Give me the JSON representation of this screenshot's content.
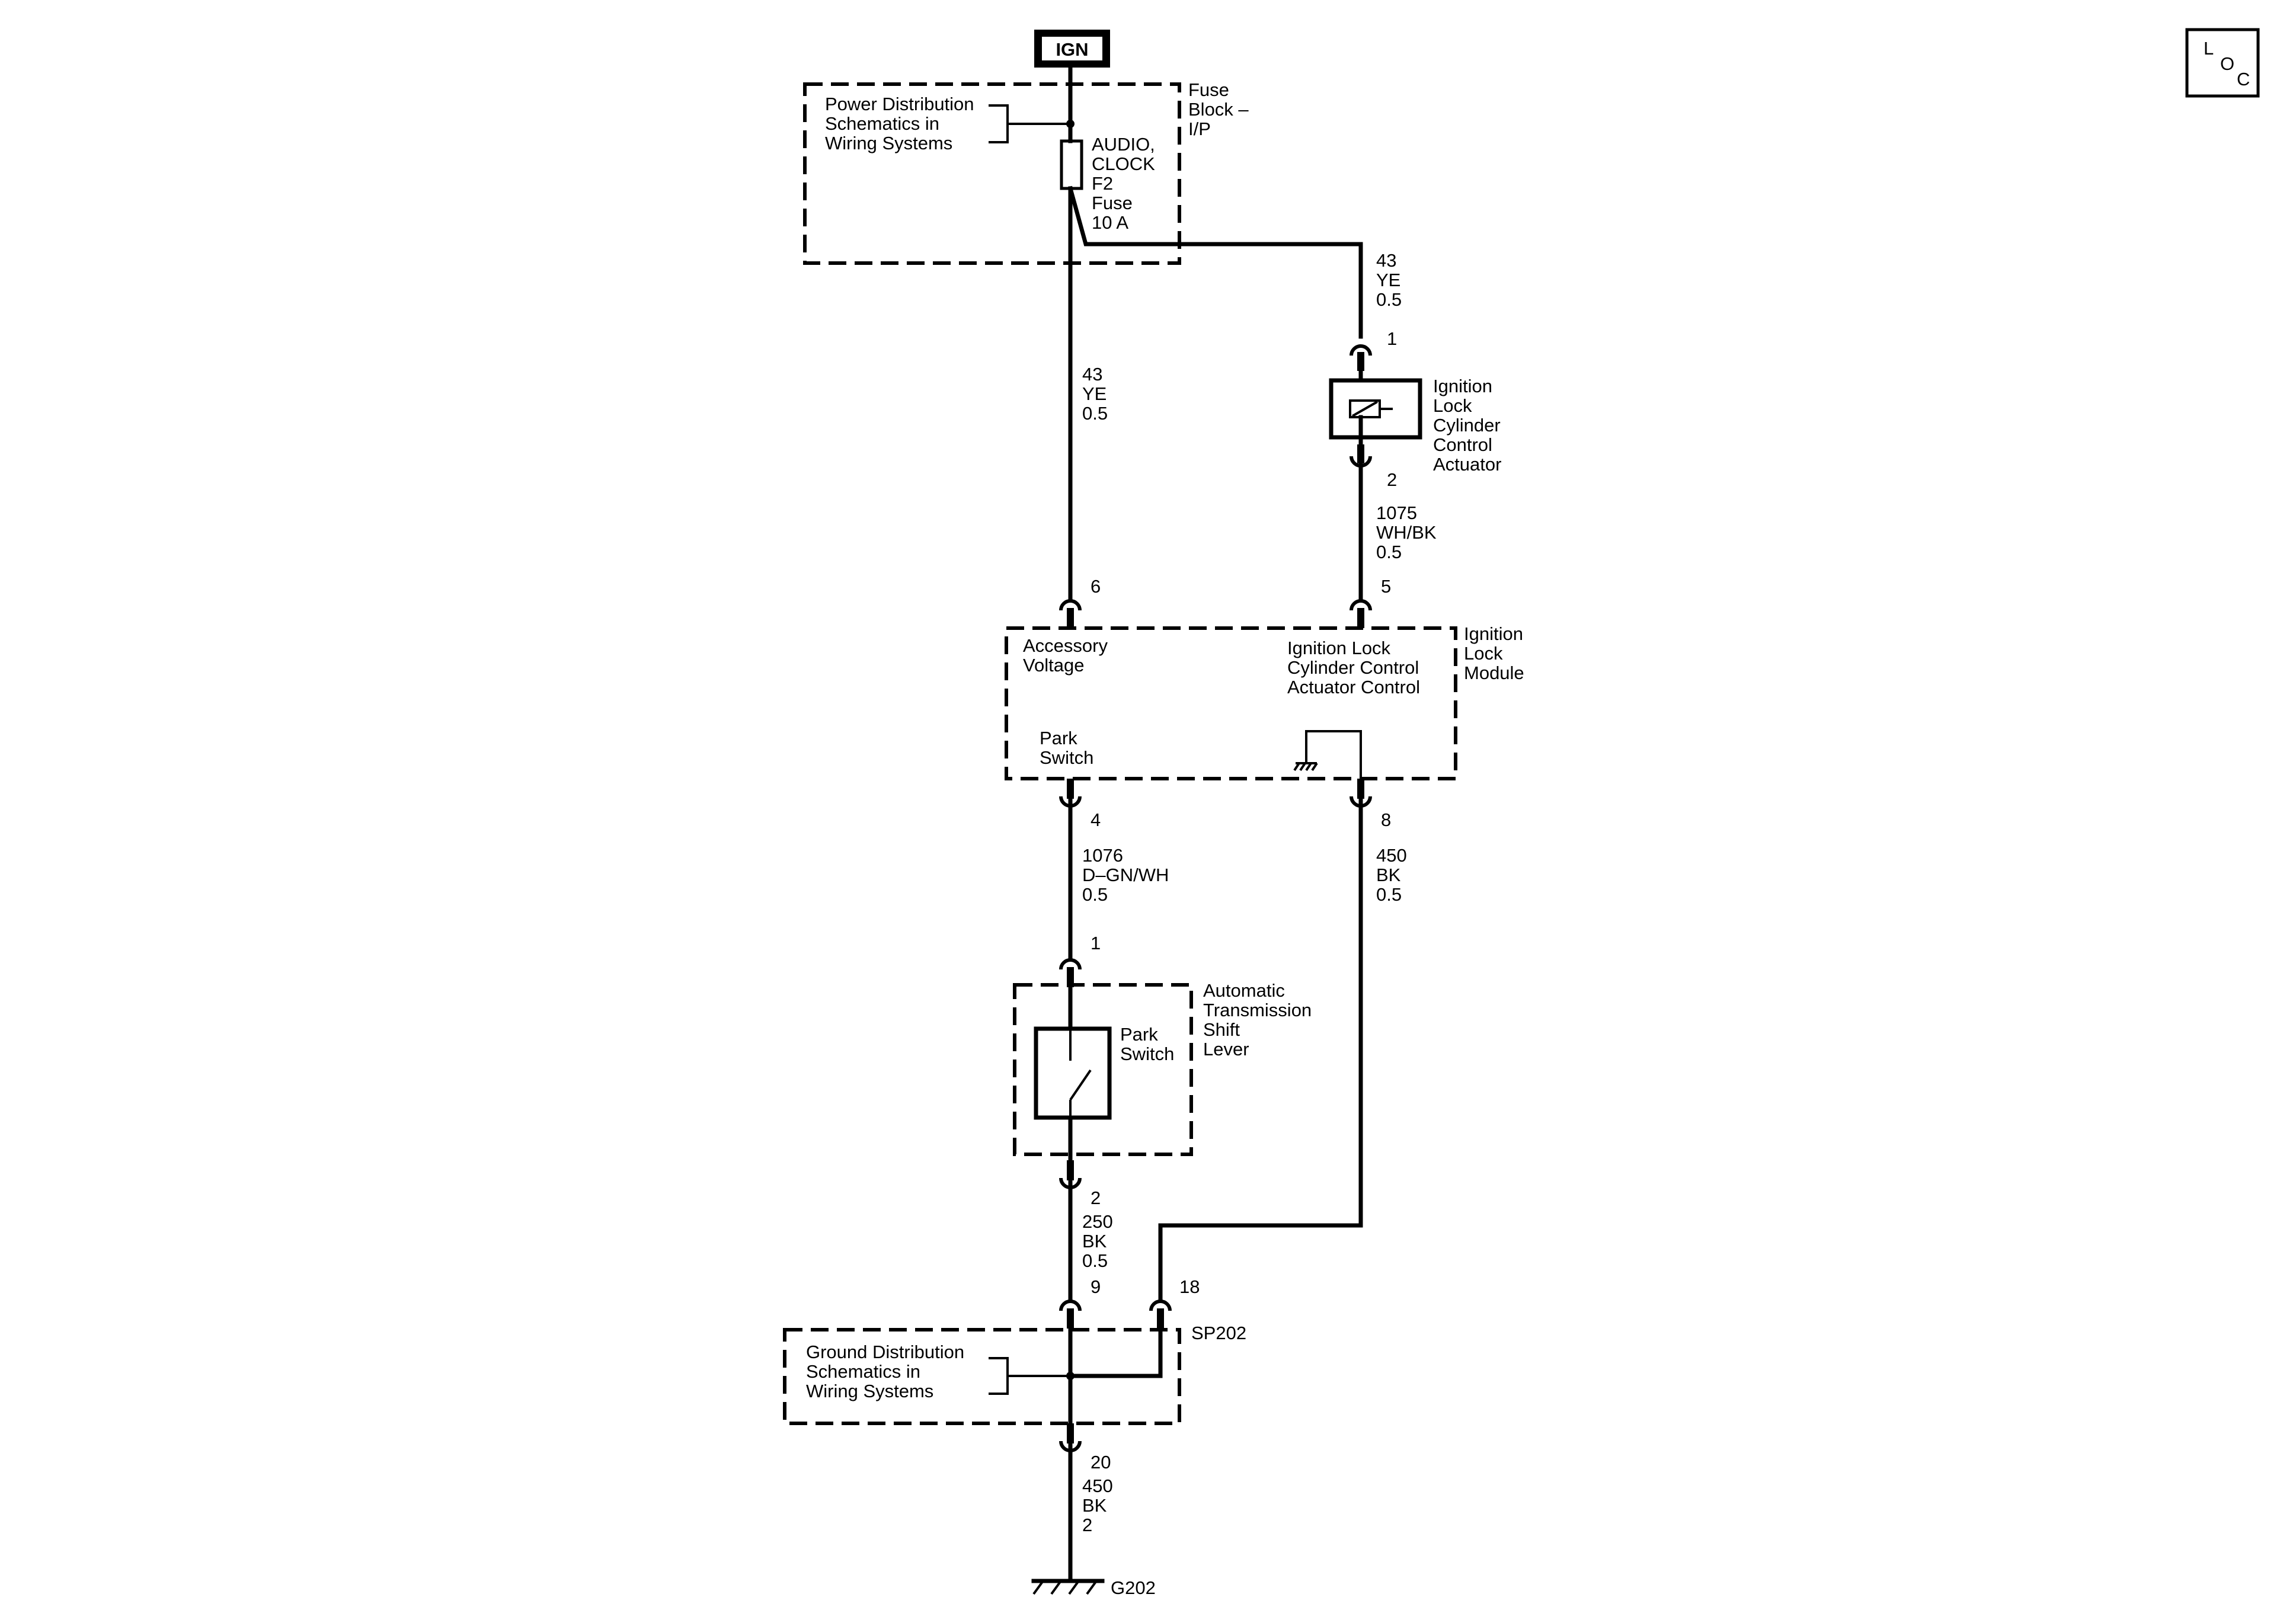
{
  "power_source": {
    "label": "IGN"
  },
  "locator": {
    "letters": [
      "L",
      "O",
      "C"
    ]
  },
  "fuse_block": {
    "title": [
      "Fuse",
      "Block –",
      "I/P"
    ],
    "reference": [
      "Power Distribution",
      "Schematics in",
      "Wiring Systems"
    ],
    "fuse": [
      "AUDIO,",
      "CLOCK",
      "F2",
      "Fuse",
      "10 A"
    ]
  },
  "wires": {
    "w43_left": [
      "43",
      "YE",
      "0.5"
    ],
    "w43_right": [
      "43",
      "YE",
      "0.5"
    ],
    "w1075": [
      "1075",
      "WH/BK",
      "0.5"
    ],
    "w1076": [
      "1076",
      "D–GN/WH",
      "0.5"
    ],
    "w450_right": [
      "450",
      "BK",
      "0.5"
    ],
    "w250": [
      "250",
      "BK",
      "0.5"
    ],
    "w450_ground": [
      "450",
      "BK",
      "2"
    ]
  },
  "actuator": {
    "name": [
      "Ignition",
      "Lock",
      "Cylinder",
      "Control",
      "Actuator"
    ],
    "pin_in": "1",
    "pin_out": "2"
  },
  "module": {
    "name": [
      "Ignition",
      "Lock",
      "Module"
    ],
    "accessory": [
      "Accessory",
      "Voltage"
    ],
    "actuator_control": [
      "Ignition Lock",
      "Cylinder Control",
      "Actuator Control"
    ],
    "park_switch": [
      "Park",
      "Switch"
    ],
    "pins": {
      "accessory": "6",
      "actuator_control": "5",
      "park_switch": "4",
      "ground": "8"
    }
  },
  "shift_lever": {
    "name": [
      "Automatic",
      "Transmission",
      "Shift",
      "Lever"
    ],
    "switch": [
      "Park",
      "Switch"
    ],
    "pin_top": "1",
    "pin_bottom": "2"
  },
  "splice": {
    "name": "SP202",
    "reference": [
      "Ground Distribution",
      "Schematics in",
      "Wiring Systems"
    ],
    "pin_left": "9",
    "pin_right": "18",
    "pin_bottom": "20"
  },
  "ground": {
    "name": "G202"
  }
}
